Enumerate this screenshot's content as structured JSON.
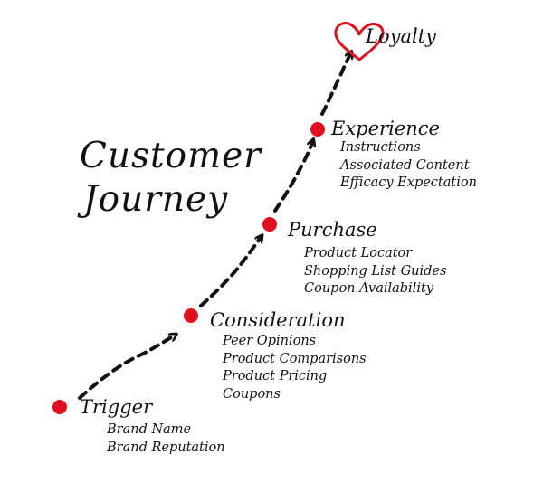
{
  "title": {
    "line1": "Customer",
    "line2": "Journey"
  },
  "colors": {
    "dot": "#e01020",
    "heart": "#e01020",
    "ink": "#111111"
  },
  "icons": {
    "goal": "heart-outline-icon",
    "marker": "red-dot-icon"
  },
  "stages": [
    {
      "name": "Trigger",
      "items": [
        "Brand Name",
        "Brand Reputation"
      ]
    },
    {
      "name": "Consideration",
      "items": [
        "Peer Opinions",
        "Product Comparisons",
        "Product Pricing",
        "Coupons"
      ]
    },
    {
      "name": "Purchase",
      "items": [
        "Product Locator",
        "Shopping List Guides",
        "Coupon Availability"
      ]
    },
    {
      "name": "Experience",
      "items": [
        "Instructions",
        "Associated Content",
        "Efficacy Expectation"
      ]
    }
  ],
  "goal": {
    "label": "Loyalty"
  }
}
